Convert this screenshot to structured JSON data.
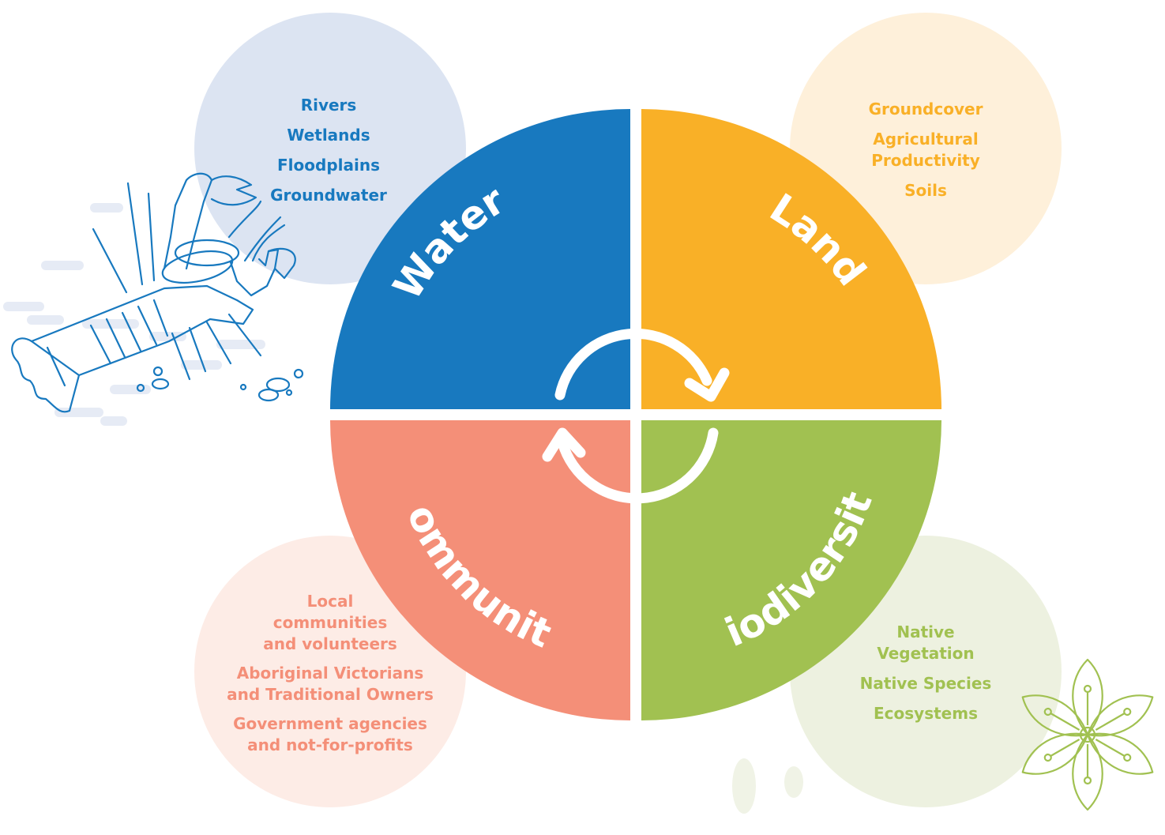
{
  "colors": {
    "water": "#1879BF",
    "land": "#F9B027",
    "community": "#F48F78",
    "biodiversity": "#A1C151",
    "water_bubble": "#DCE4F2",
    "land_bubble": "#FEF0DA",
    "community_bubble": "#FDECE6",
    "biodiversity_bubble": "#EDF1E0"
  },
  "quadrants": {
    "water": {
      "label": "Water"
    },
    "land": {
      "label": "Land"
    },
    "community": {
      "label": "Community"
    },
    "biodiversity": {
      "label": "Biodiversity"
    }
  },
  "bubbles": {
    "water": [
      "Rivers",
      "Wetlands",
      "Floodplains",
      "Groundwater"
    ],
    "land": [
      "Groundcover",
      "Agricultural",
      "Productivity",
      "Soils"
    ],
    "community": [
      "Local",
      "communities",
      "and volunteers",
      "Aboriginal Victorians",
      "and Traditional Owners",
      "Government agencies",
      "and not-for-profits"
    ],
    "biodiversity": [
      "Native",
      "Vegetation",
      "Native Species",
      "Ecosystems"
    ]
  },
  "icons": [
    "crayfish-icon",
    "flower-icon",
    "cycle-arrows-icon"
  ]
}
